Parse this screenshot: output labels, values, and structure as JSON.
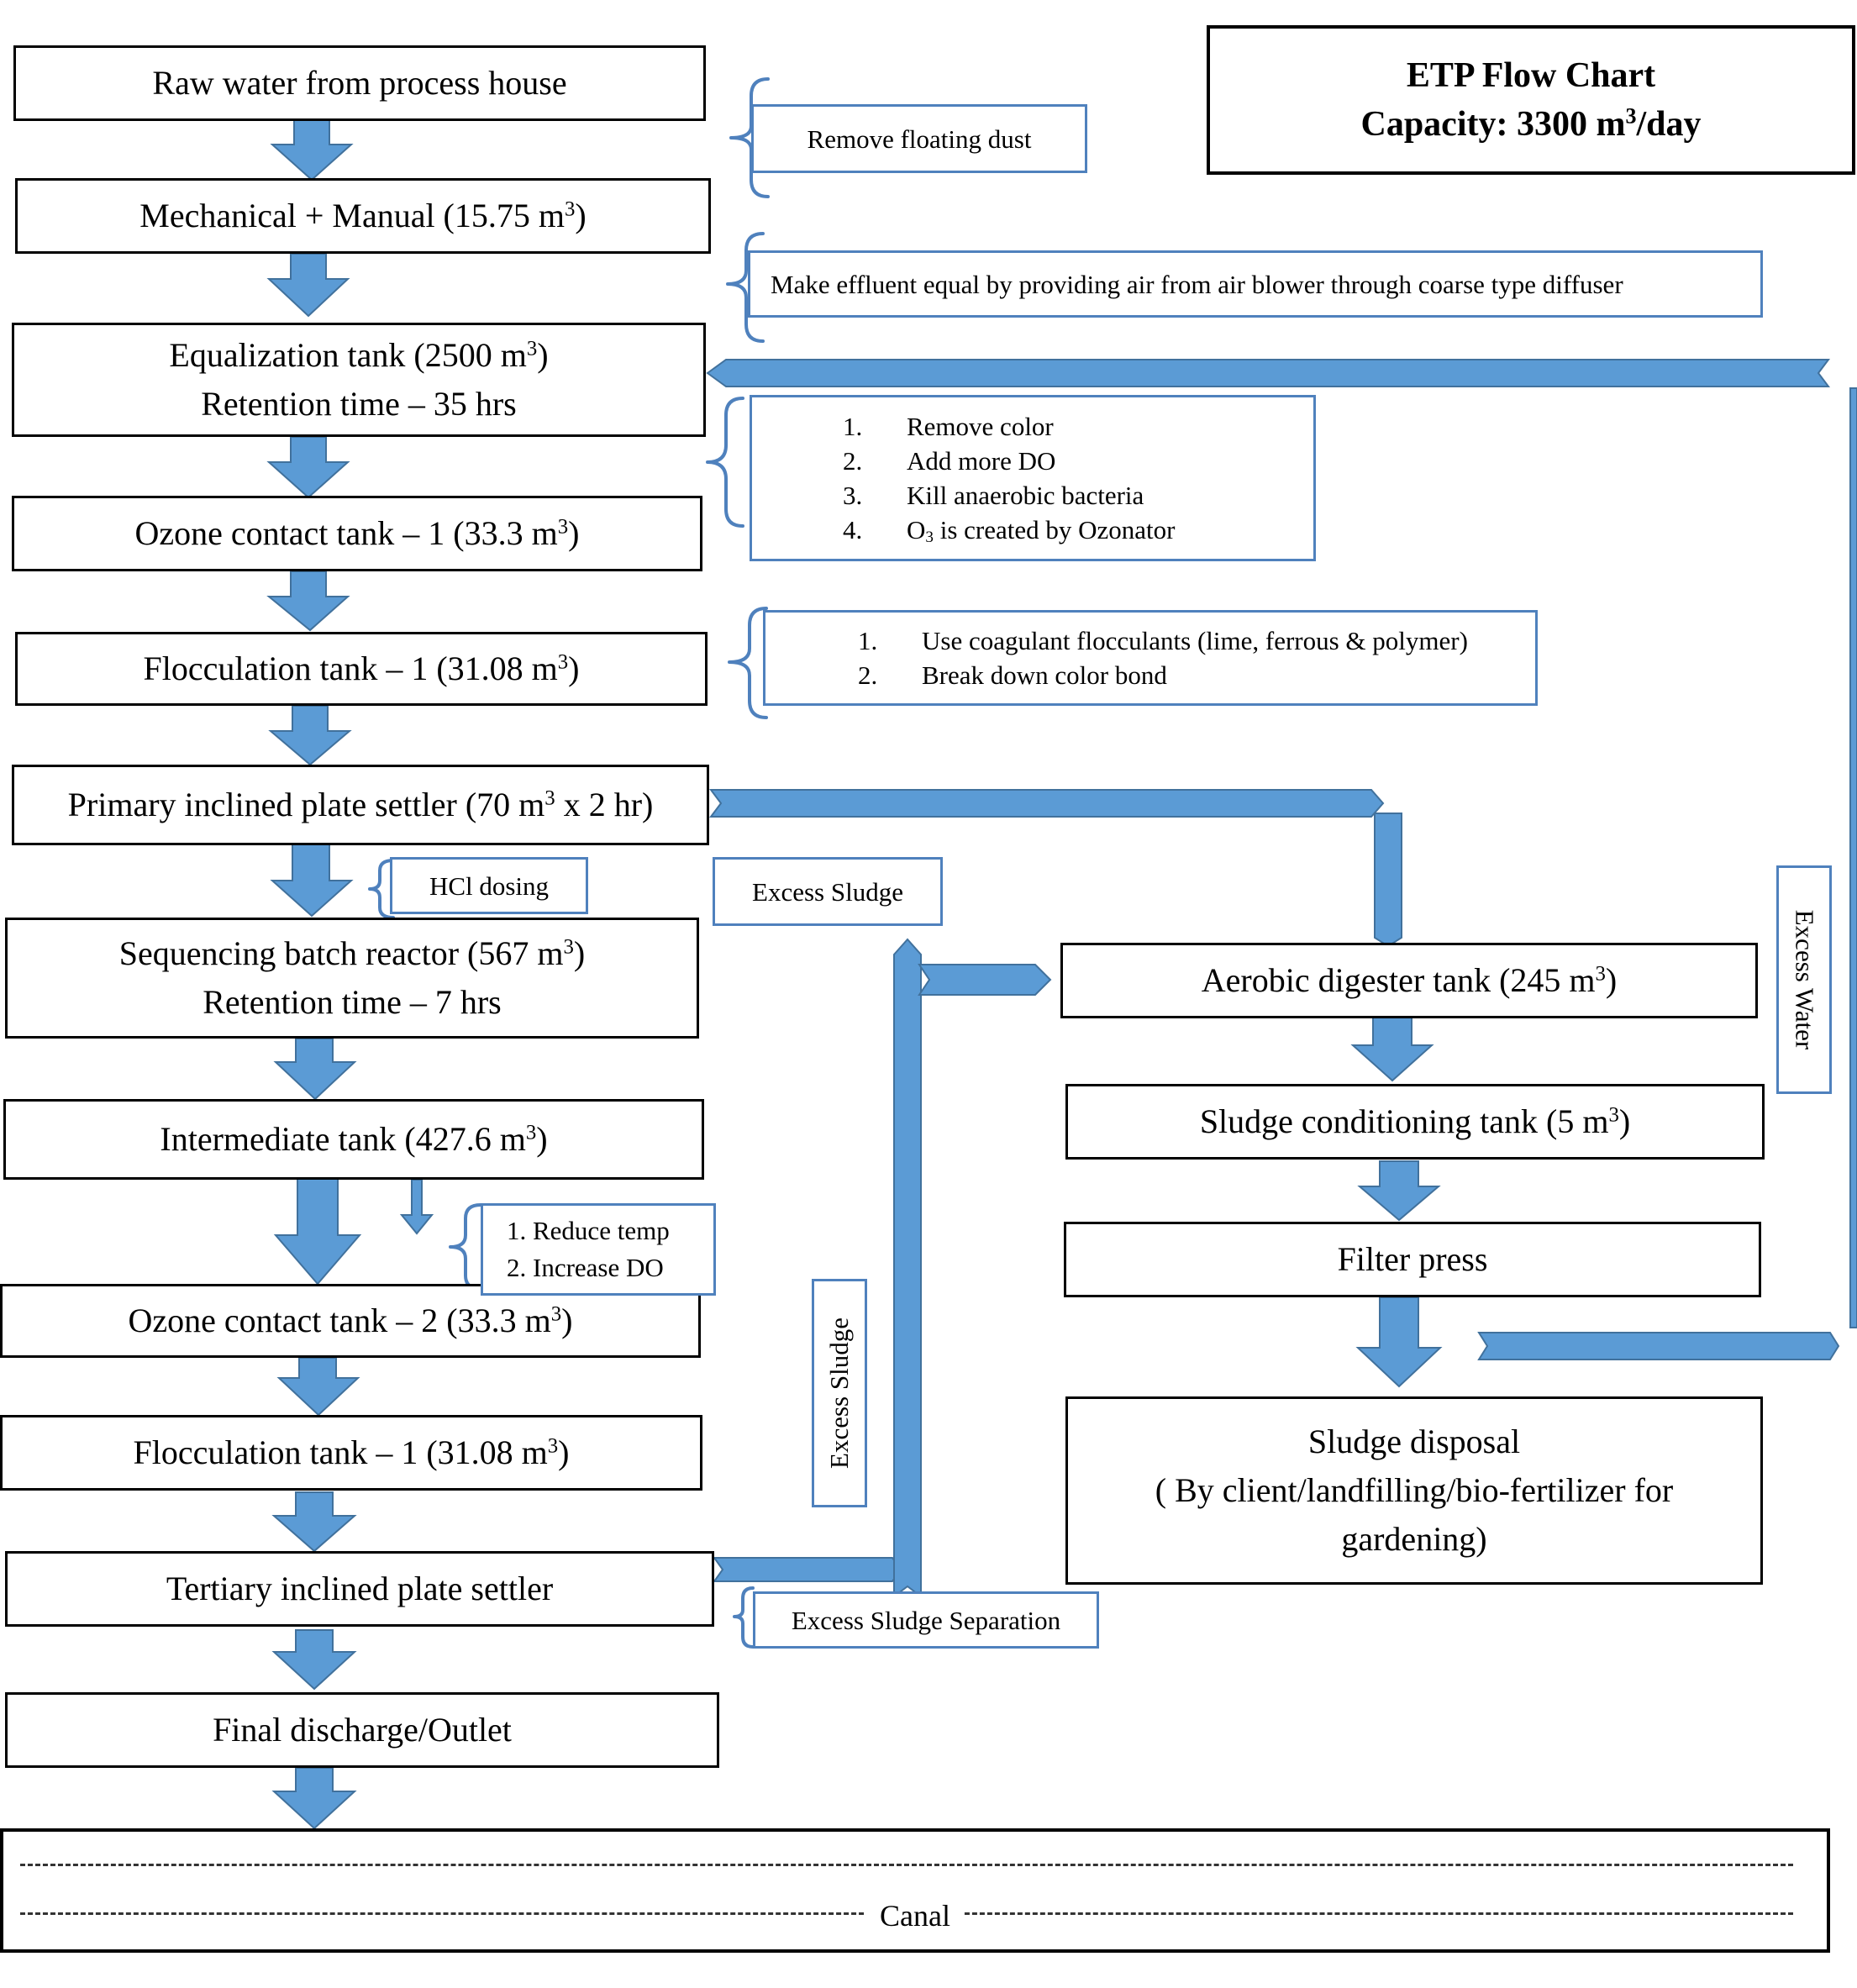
{
  "title": {
    "line1": "ETP Flow Chart",
    "line2": "Capacity: 3300 m³/day"
  },
  "process": {
    "raw_water": "Raw water from process house",
    "mechanical_manual": "Mechanical + Manual (15.75 m³)",
    "equalization_line1": "Equalization tank (2500 m³)",
    "equalization_line2": "Retention time – 35 hrs",
    "ozone1": "Ozone contact tank – 1 (33.3 m³)",
    "flocculation1": "Flocculation tank – 1 (31.08 m³)",
    "primary_settler": "Primary inclined plate settler (70 m³ x 2 hr)",
    "sbr_line1": "Sequencing batch reactor (567 m³)",
    "sbr_line2": "Retention time – 7 hrs",
    "intermediate": "Intermediate tank (427.6 m³)",
    "ozone2": "Ozone contact tank – 2 (33.3 m³)",
    "flocculation2": "Flocculation tank – 1 (31.08 m³)",
    "tertiary_settler": "Tertiary inclined plate settler",
    "final_discharge": "Final discharge/Outlet",
    "canal": "Canal"
  },
  "sludge_line": {
    "aerobic_digester": "Aerobic digester tank (245 m³)",
    "sludge_conditioning": "Sludge conditioning tank (5 m³)",
    "filter_press": "Filter press",
    "disposal_line1": "Sludge disposal",
    "disposal_line2": "( By client/landfilling/bio-fertilizer for",
    "disposal_line3": "gardening)"
  },
  "notes": {
    "remove_floating_dust": "Remove floating dust",
    "equalize": "Make effluent equal by providing air from air blower through coarse type diffuser",
    "ozone_list": [
      {
        "n": "1.",
        "text": "Remove color"
      },
      {
        "n": "2.",
        "text": "Add more DO"
      },
      {
        "n": "3.",
        "text": "Kill anaerobic bacteria"
      },
      {
        "n": "4.",
        "text": "O₃ is created by Ozonator"
      }
    ],
    "flocculation_list": [
      {
        "n": "1.",
        "text": "Use coagulant flocculants (lime, ferrous & polymer)"
      },
      {
        "n": "2.",
        "text": "Break down color bond"
      }
    ],
    "hcl_dosing": "HCl dosing",
    "excess_sludge_top": "Excess Sludge",
    "excess_water": "Excess Water",
    "intermediate_list": [
      "1. Reduce temp",
      "2. Increase DO"
    ],
    "excess_sludge_vertical": "Excess Sludge",
    "excess_sludge_separation": "Excess Sludge Separation"
  },
  "colors": {
    "arrow_fill": "#5B9BD5",
    "arrow_stroke": "#41719C",
    "note_border": "#4F81BD",
    "box_border": "#000000"
  }
}
